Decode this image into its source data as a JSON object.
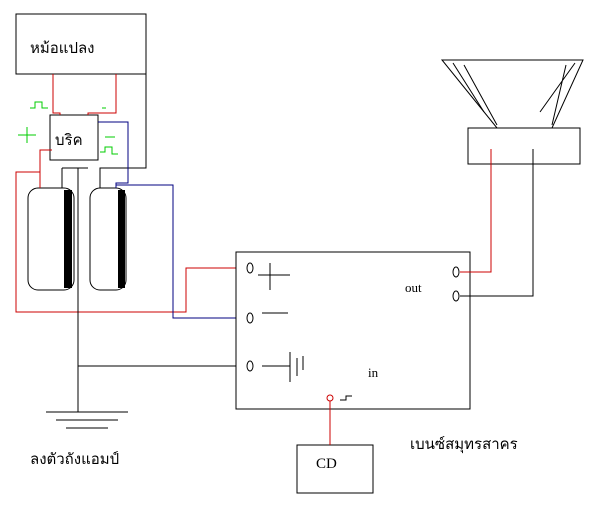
{
  "labels": {
    "transformer": "หม้อแปลง",
    "bridge": "บริค",
    "ground": "ลงตัวถังแอมป์",
    "amplifier": "เบนซ์สมุทรสาคร",
    "out": "out",
    "in": "in",
    "cd": "CD"
  },
  "colors": {
    "wire_black": "#000000",
    "wire_red": "#cc0000",
    "wire_blue": "#000080",
    "wire_green": "#00cc00"
  }
}
